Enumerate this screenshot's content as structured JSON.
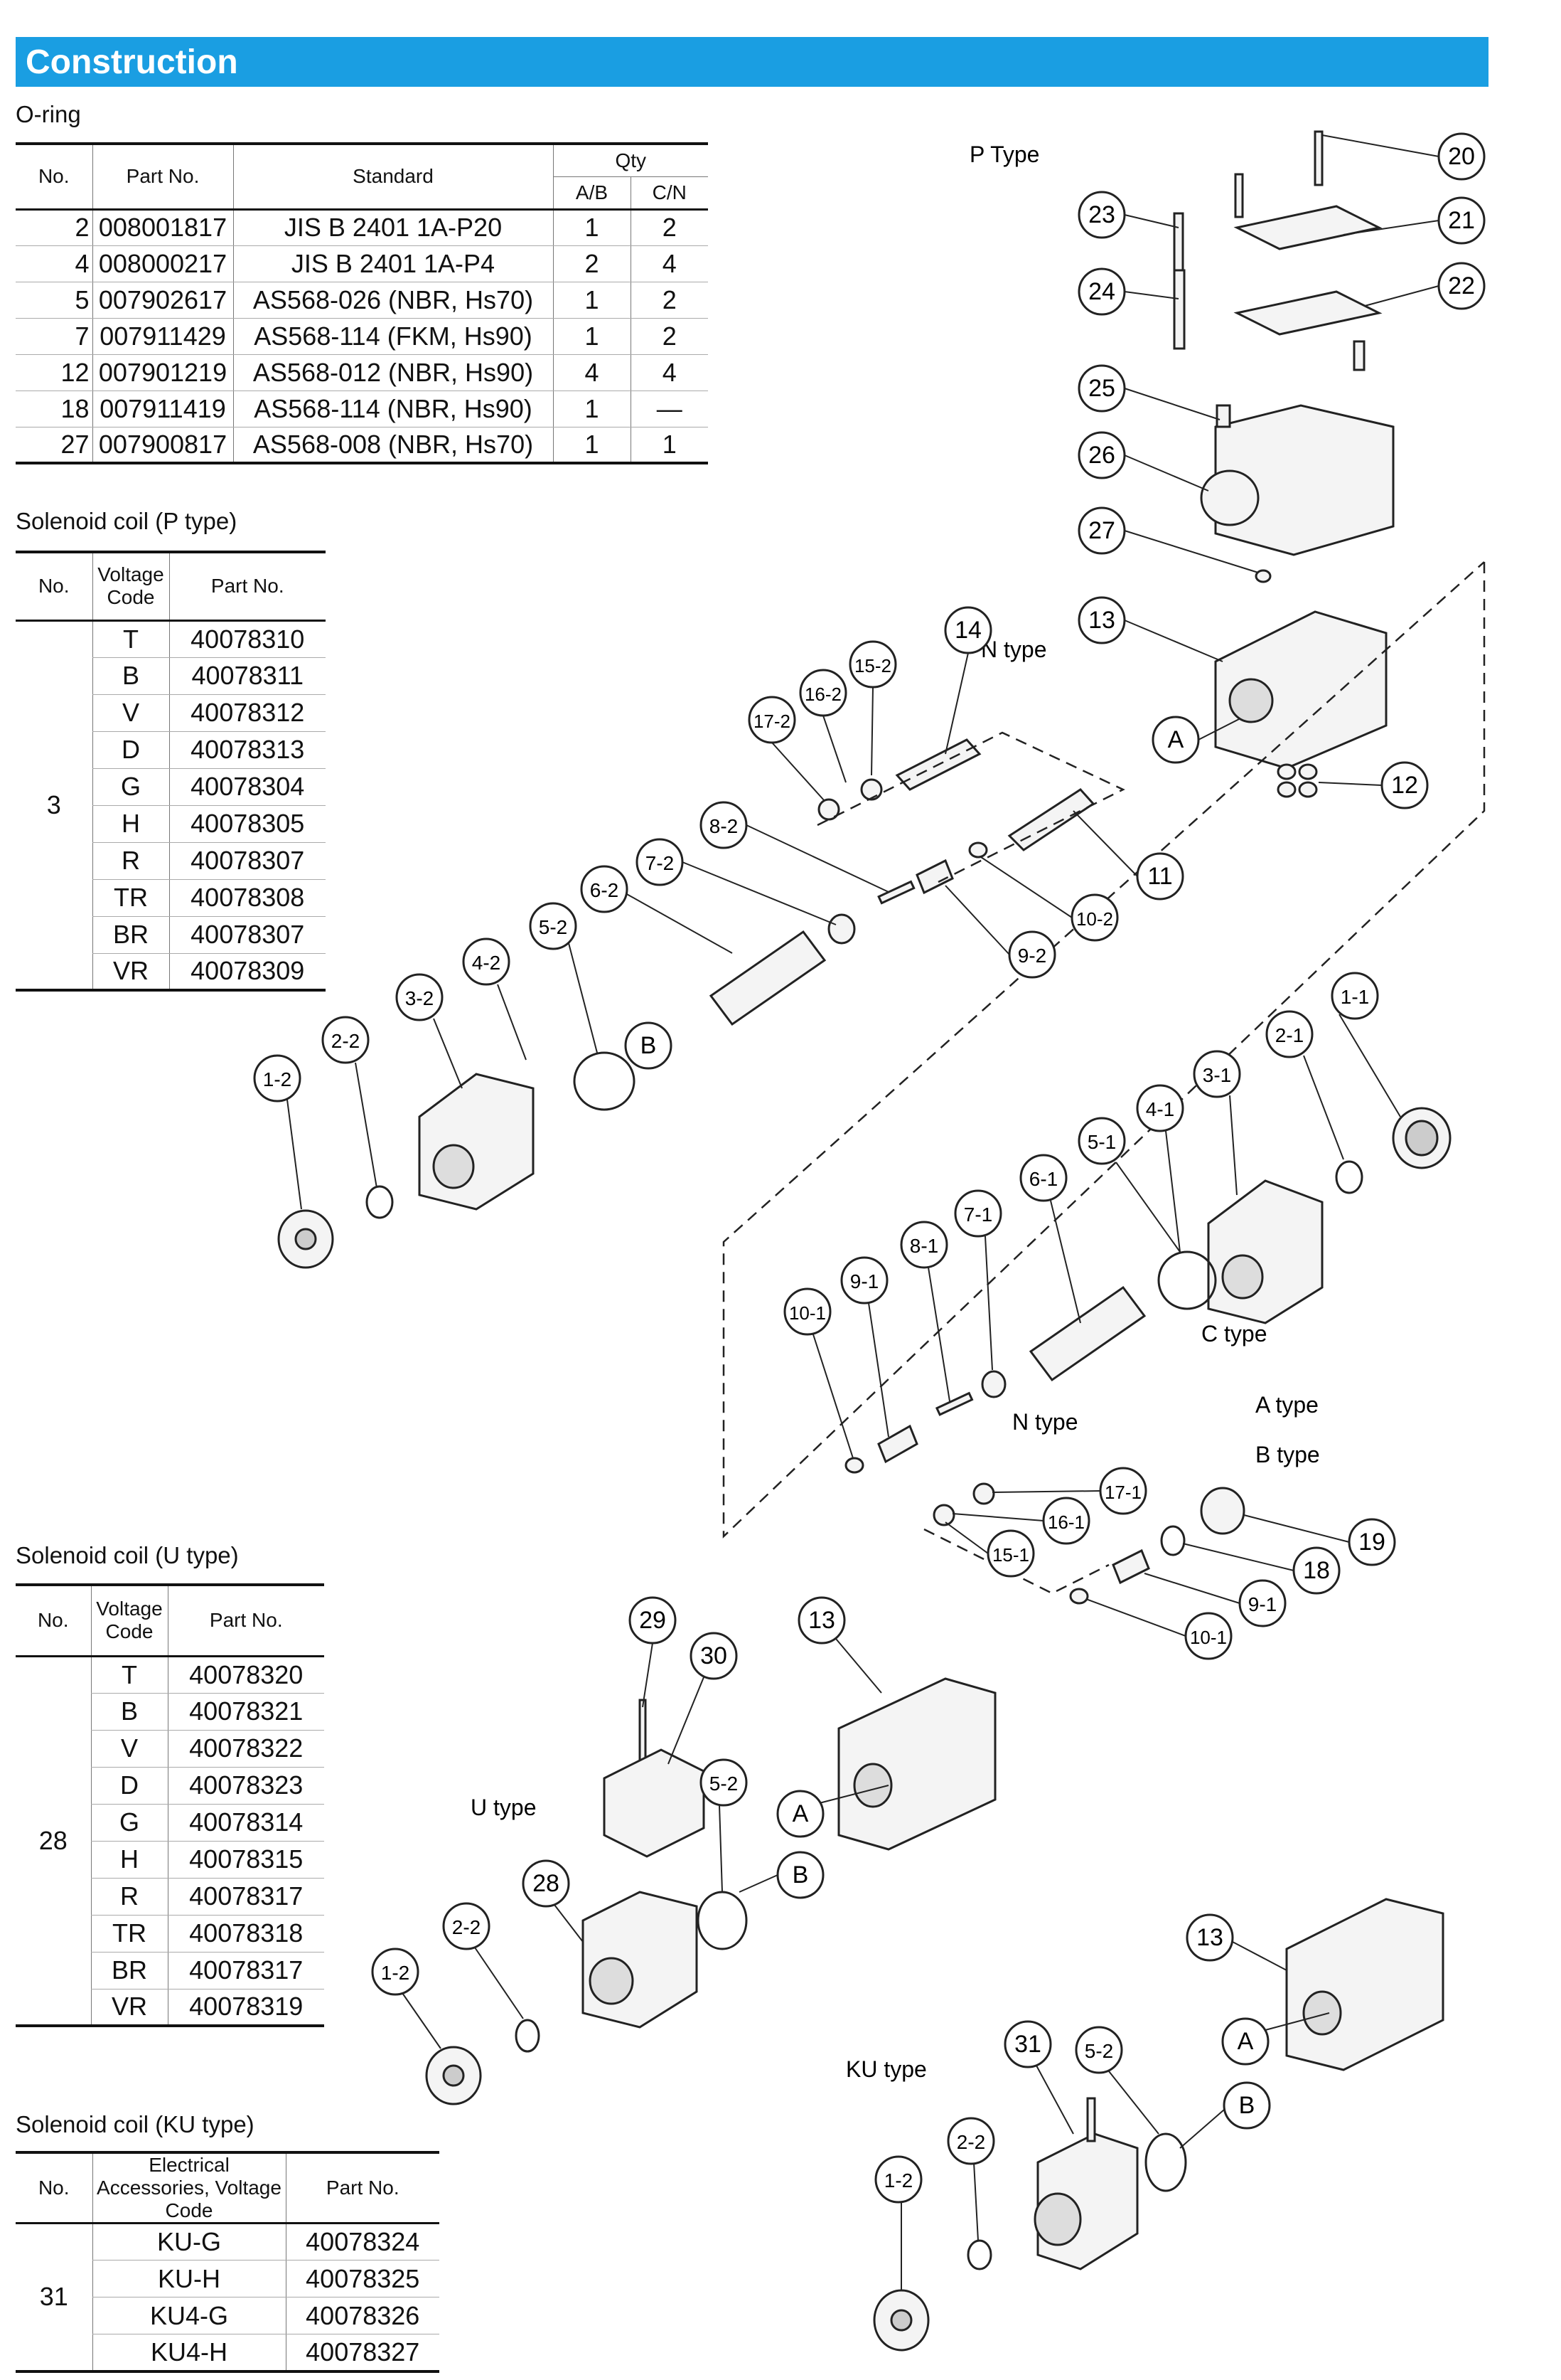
{
  "header": {
    "title": "Construction"
  },
  "oring": {
    "title": "O-ring",
    "headers": {
      "no": "No.",
      "part": "Part No.",
      "standard": "Standard",
      "qty": "Qty",
      "ab": "A/B",
      "cn": "C/N"
    },
    "rows": [
      {
        "no": "2",
        "part": "008001817",
        "standard": "JIS B 2401 1A-P20",
        "ab": "1",
        "cn": "2"
      },
      {
        "no": "4",
        "part": "008000217",
        "standard": "JIS B 2401 1A-P4",
        "ab": "2",
        "cn": "4"
      },
      {
        "no": "5",
        "part": "007902617",
        "standard": "AS568-026 (NBR, Hs70)",
        "ab": "1",
        "cn": "2"
      },
      {
        "no": "7",
        "part": "007911429",
        "standard": "AS568-114 (FKM, Hs90)",
        "ab": "1",
        "cn": "2"
      },
      {
        "no": "12",
        "part": "007901219",
        "standard": "AS568-012 (NBR, Hs90)",
        "ab": "4",
        "cn": "4"
      },
      {
        "no": "18",
        "part": "007911419",
        "standard": "AS568-114 (NBR, Hs90)",
        "ab": "1",
        "cn": "—"
      },
      {
        "no": "27",
        "part": "007900817",
        "standard": "AS568-008 (NBR, Hs70)",
        "ab": "1",
        "cn": "1"
      }
    ]
  },
  "coil_p": {
    "title": "Solenoid coil (P type)",
    "headers": {
      "no": "No.",
      "voltage": "Voltage Code",
      "part": "Part No."
    },
    "no": "3",
    "rows": [
      {
        "code": "T",
        "part": "40078310"
      },
      {
        "code": "B",
        "part": "40078311"
      },
      {
        "code": "V",
        "part": "40078312"
      },
      {
        "code": "D",
        "part": "40078313"
      },
      {
        "code": "G",
        "part": "40078304"
      },
      {
        "code": "H",
        "part": "40078305"
      },
      {
        "code": "R",
        "part": "40078307"
      },
      {
        "code": "TR",
        "part": "40078308"
      },
      {
        "code": "BR",
        "part": "40078307"
      },
      {
        "code": "VR",
        "part": "40078309"
      }
    ]
  },
  "coil_u": {
    "title": "Solenoid coil (U type)",
    "headers": {
      "no": "No.",
      "voltage": "Voltage Code",
      "part": "Part No."
    },
    "no": "28",
    "rows": [
      {
        "code": "T",
        "part": "40078320"
      },
      {
        "code": "B",
        "part": "40078321"
      },
      {
        "code": "V",
        "part": "40078322"
      },
      {
        "code": "D",
        "part": "40078323"
      },
      {
        "code": "G",
        "part": "40078314"
      },
      {
        "code": "H",
        "part": "40078315"
      },
      {
        "code": "R",
        "part": "40078317"
      },
      {
        "code": "TR",
        "part": "40078318"
      },
      {
        "code": "BR",
        "part": "40078317"
      },
      {
        "code": "VR",
        "part": "40078319"
      }
    ]
  },
  "coil_ku": {
    "title": "Solenoid coil (KU type)",
    "headers": {
      "no": "No.",
      "acc": "Electrical Accessories, Voltage Code",
      "part": "Part No."
    },
    "no": "31",
    "rows": [
      {
        "code": "KU-G",
        "part": "40078324"
      },
      {
        "code": "KU-H",
        "part": "40078325"
      },
      {
        "code": "KU4-G",
        "part": "40078326"
      },
      {
        "code": "KU4-H",
        "part": "40078327"
      }
    ]
  },
  "diagram": {
    "type_labels": [
      "P Type",
      "N type",
      "C type",
      "N type",
      "A type",
      "B type",
      "U type",
      "KU type"
    ],
    "callouts": [
      "20",
      "21",
      "22",
      "23",
      "24",
      "25",
      "26",
      "27",
      "13",
      "12",
      "A",
      "14",
      "15-2",
      "16-2",
      "17-2",
      "11",
      "10-2",
      "9-2",
      "8-2",
      "7-2",
      "6-2",
      "5-2",
      "4-2",
      "3-2",
      "2-2",
      "1-2",
      "B",
      "1-1",
      "2-1",
      "3-1",
      "4-1",
      "5-1",
      "6-1",
      "7-1",
      "8-1",
      "9-1",
      "10-1",
      "17-1",
      "16-1",
      "15-1",
      "19",
      "18",
      "9-1",
      "10-1",
      "29",
      "30",
      "13",
      "5-2",
      "A",
      "B",
      "28",
      "2-2",
      "1-2",
      "13",
      "A",
      "31",
      "5-2",
      "B",
      "2-2",
      "1-2"
    ]
  }
}
